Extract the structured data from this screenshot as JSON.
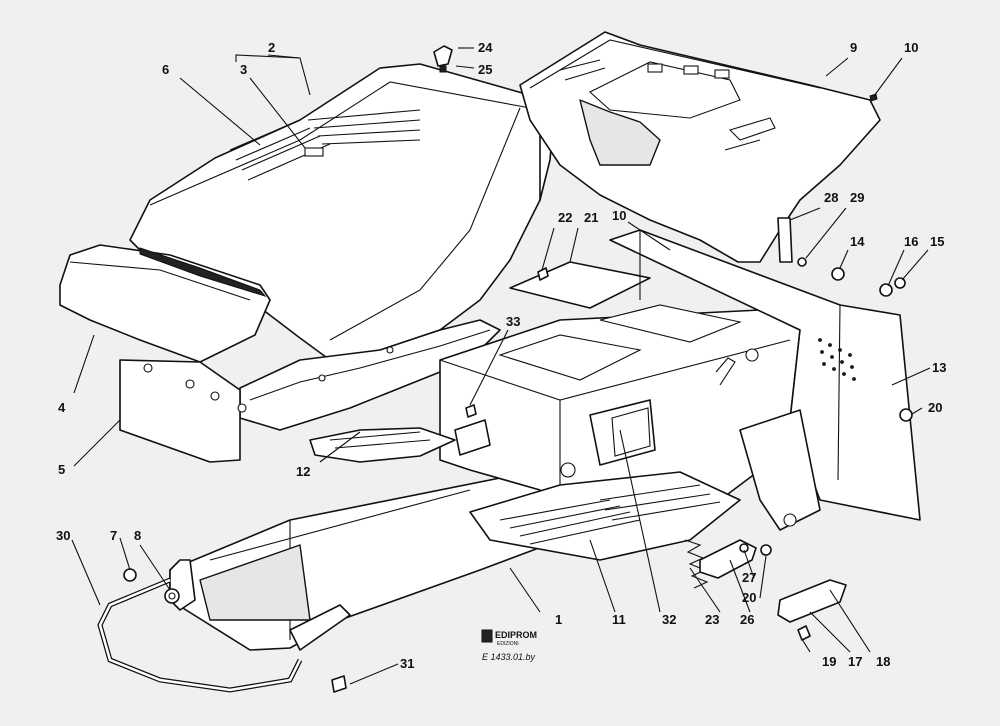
{
  "callouts": [
    "1",
    "2",
    "3",
    "4",
    "5",
    "6",
    "7",
    "8",
    "9",
    "10",
    "10",
    "11",
    "12",
    "13",
    "14",
    "15",
    "16",
    "17",
    "18",
    "19",
    "20",
    "20",
    "21",
    "22",
    "23",
    "24",
    "25",
    "26",
    "27",
    "28",
    "29",
    "30",
    "31",
    "32",
    "33"
  ],
  "brand": {
    "name": "EDIPROM",
    "sub": "EDIZIONI"
  },
  "drawing_ref": "E 1433.01.by"
}
